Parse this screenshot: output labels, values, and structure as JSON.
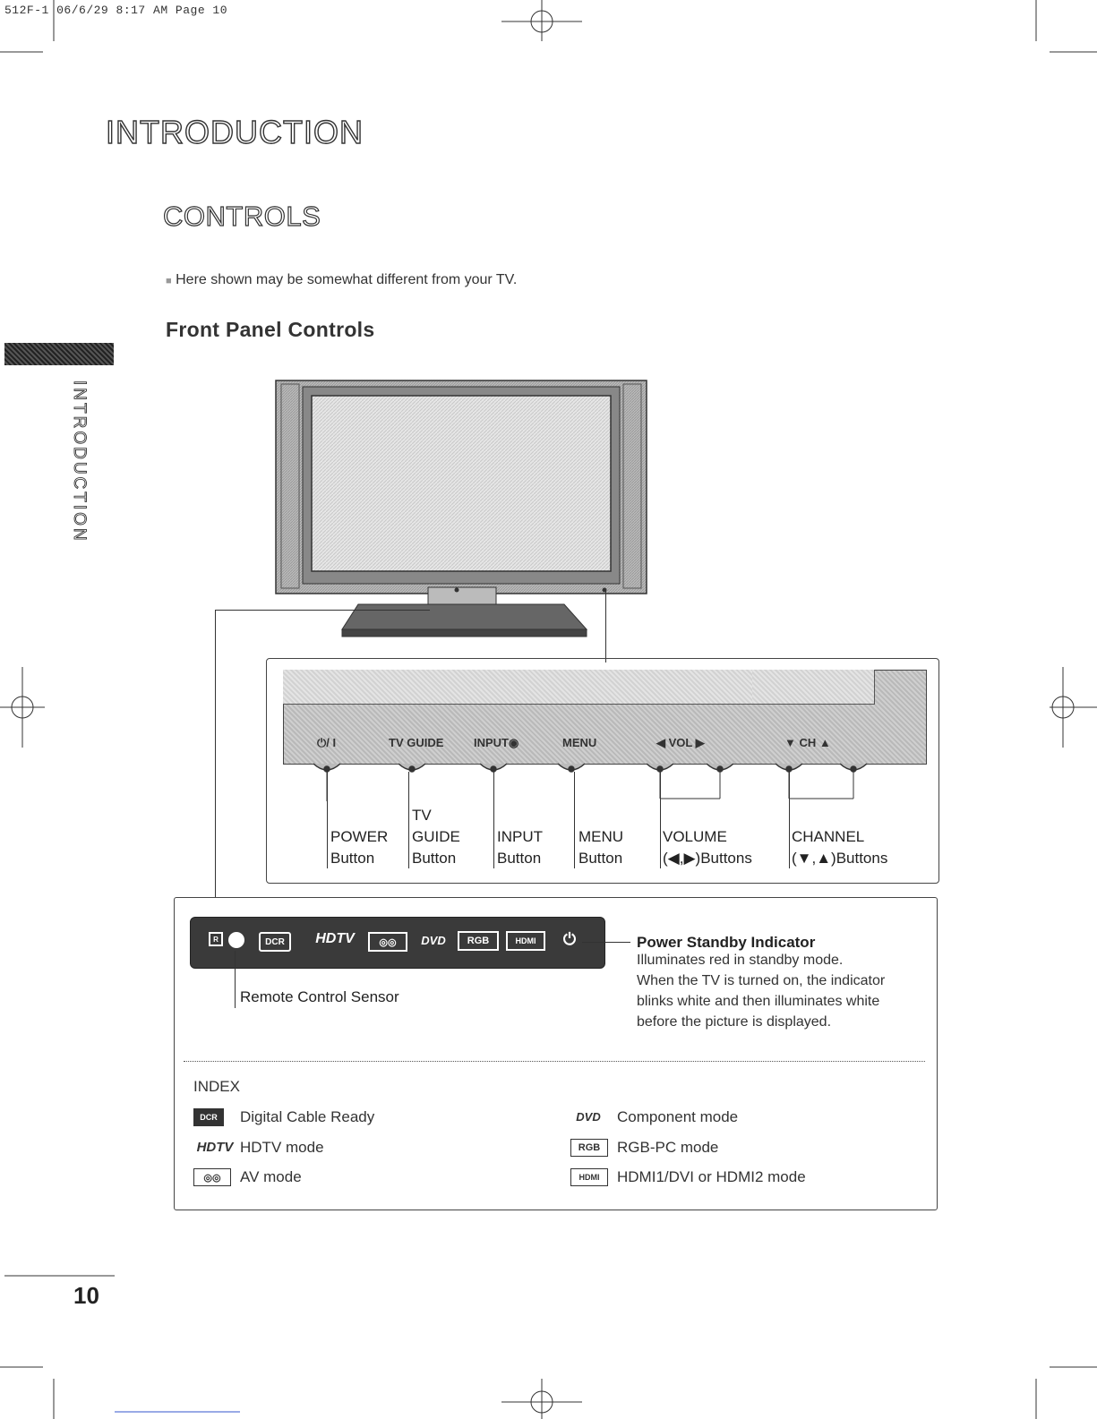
{
  "header": {
    "print_line": "512F-1   06/6/29  8:17 AM   Page 10"
  },
  "page": {
    "section_title": "INTRODUCTION",
    "side_tab": "INTRODUCTION",
    "heading": "CONTROLS",
    "note": "Here shown may be somewhat different from your TV.",
    "subheading": "Front Panel Controls",
    "page_number": "10"
  },
  "panel": {
    "button_labels": [
      "⏻/ I",
      "TV GUIDE",
      "INPUT◉",
      "MENU",
      "◀  VOL  ▶",
      "▼  CH  ▲"
    ],
    "callouts": [
      {
        "line1": "",
        "line2": "POWER",
        "line3": "Button"
      },
      {
        "line1": "TV",
        "line2": "GUIDE",
        "line3": "Button"
      },
      {
        "line1": "",
        "line2": "INPUT",
        "line3": "Button"
      },
      {
        "line1": "",
        "line2": "MENU",
        "line3": "Button"
      },
      {
        "line1": "",
        "line2": "VOLUME",
        "line3": "(◀,▶)Buttons"
      },
      {
        "line1": "",
        "line2": "CHANNEL",
        "line3": "(▼,▲)Buttons"
      }
    ]
  },
  "indicator_bar": {
    "logos": [
      "R",
      "DCR",
      "HDTV",
      "◎◎",
      "DVD",
      "RGB",
      "HDMI",
      "⏻"
    ],
    "remote_label": "Remote Control Sensor",
    "power_title": "Power Standby Indicator",
    "power_desc": [
      "Illuminates red in standby mode.",
      "When the TV is turned on, the indicator",
      "blinks white and then illuminates white",
      "before the picture is displayed."
    ]
  },
  "index": {
    "title": "INDEX",
    "left": [
      {
        "icon": "DCR",
        "text": "Digital Cable Ready"
      },
      {
        "icon": "HDTV",
        "text": "HDTV mode"
      },
      {
        "icon": "◎◎",
        "text": "AV mode"
      }
    ],
    "right": [
      {
        "icon": "DVD",
        "text": "Component mode"
      },
      {
        "icon": "RGB",
        "text": "RGB-PC mode"
      },
      {
        "icon": "HDMI",
        "text": "HDMI1/DVI or HDMI2 mode"
      }
    ]
  }
}
